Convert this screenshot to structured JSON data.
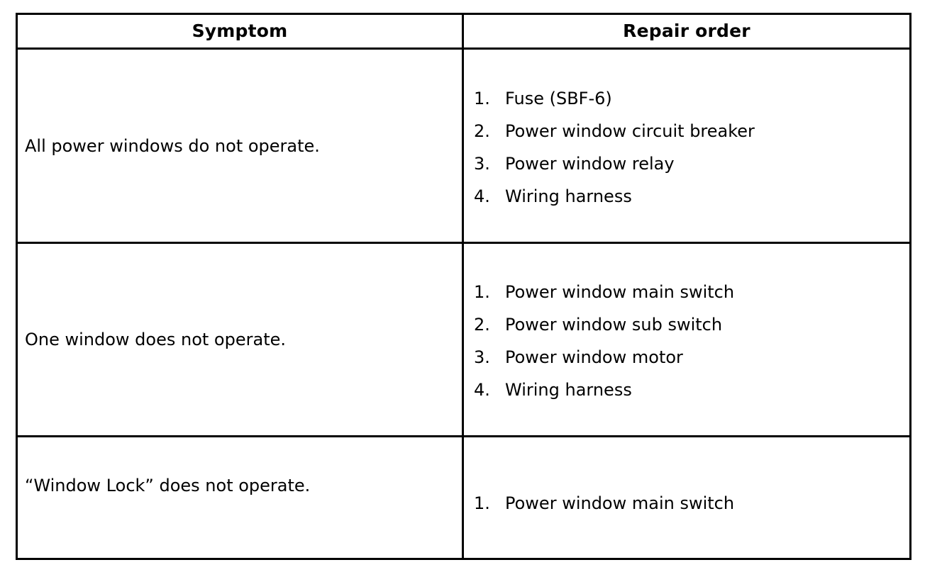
{
  "table": {
    "columns": [
      {
        "key": "symptom",
        "header": "Symptom"
      },
      {
        "key": "repair",
        "header": "Repair order"
      }
    ],
    "rows": [
      {
        "symptom": "All power windows do not operate.",
        "repair_order": [
          {
            "number": "1.",
            "label": "Fuse (SBF-6)"
          },
          {
            "number": "2.",
            "label": "Power window circuit breaker"
          },
          {
            "number": "3.",
            "label": "Power window relay"
          },
          {
            "number": "4.",
            "label": "Wiring harness"
          }
        ]
      },
      {
        "symptom": "One window does not operate.",
        "repair_order": [
          {
            "number": "1.",
            "label": "Power window main switch"
          },
          {
            "number": "2.",
            "label": "Power window sub switch"
          },
          {
            "number": "3.",
            "label": "Power window motor"
          },
          {
            "number": "4.",
            "label": "Wiring harness"
          }
        ]
      },
      {
        "symptom": "“Window Lock” does not operate.",
        "repair_order": [
          {
            "number": "1.",
            "label": "Power window main switch"
          }
        ]
      }
    ]
  },
  "colors": {
    "background": "#ffffff",
    "text": "#000000",
    "border": "#000000"
  }
}
